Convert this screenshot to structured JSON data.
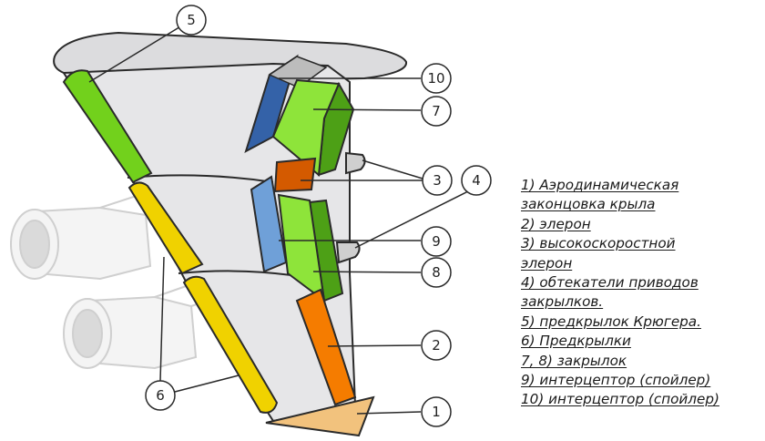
{
  "callouts": [
    "1",
    "2",
    "3",
    "4",
    "5",
    "6",
    "7",
    "8",
    "9",
    "10"
  ],
  "legend": [
    "1) Аэродинамическая",
    "законцовка крыла",
    "2) элерон",
    "3) высокоскоростной",
    "элерон",
    "4) обтекатели приводов",
    "закрылков.",
    "5) предкрылок Крюгера.",
    "6) Предкрылки",
    "7, 8) закрылок",
    "9) интерцептор (спойлер)",
    "10) интерцептор (спойлер)"
  ],
  "colors": {
    "wing": "#e6e6e8",
    "outline": "#2a2a2a",
    "krueger_flap": "#72d11c",
    "slats": "#f0d200",
    "aileron": "#f57c00",
    "high_speed_aileron": "#d45a00",
    "flaps": "#8ee43a",
    "flaps_dark": "#4da016",
    "spoiler_blue": "#3462a8",
    "spoiler_light": "#6fa0d8",
    "wingtip": "#f2c27d",
    "engine": "#cccccc"
  }
}
